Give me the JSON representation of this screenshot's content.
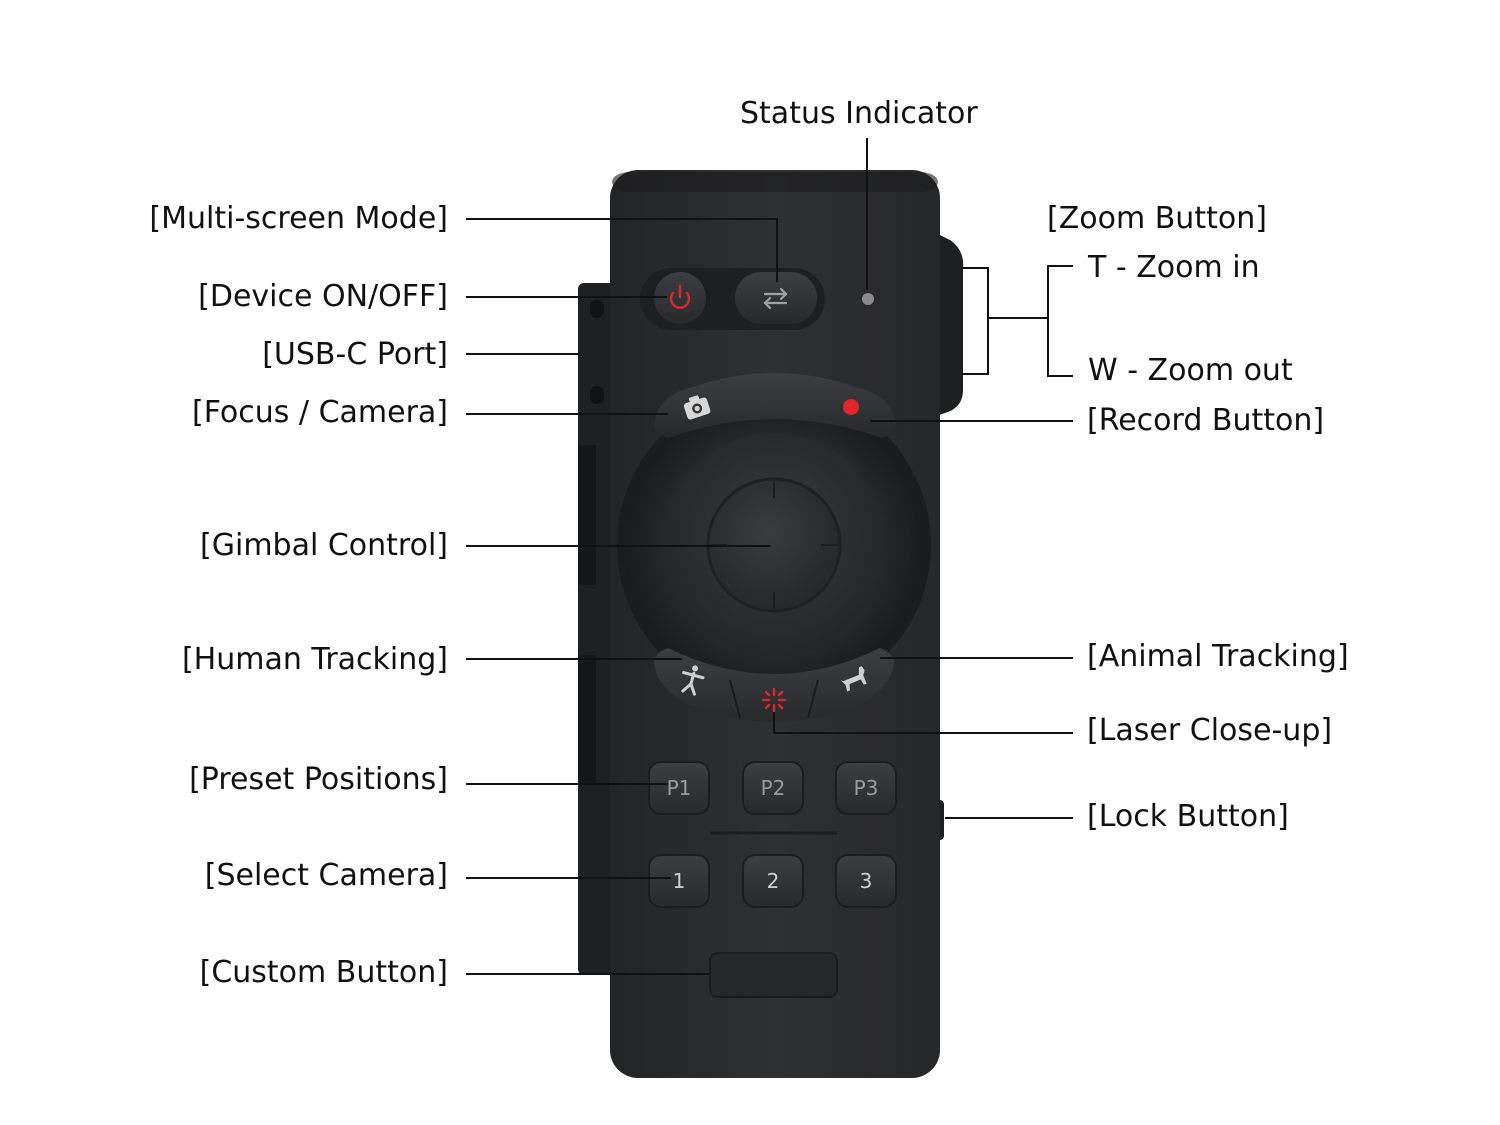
{
  "colors": {
    "body": "#2b2c2e",
    "body_dark": "#1c1d1f",
    "button": "#333436",
    "accent_red": "#e0262a",
    "line": "#111111",
    "label": "#111111"
  },
  "labels": {
    "status_indicator": "Status Indicator",
    "multi_screen_mode": "[Multi-screen Mode]",
    "device_on_off": "[Device ON/OFF]",
    "usb_c_port": "[USB-C Port]",
    "focus_camera": "[Focus / Camera]",
    "gimbal_control": "[Gimbal Control]",
    "human_tracking": "[Human Tracking]",
    "preset_positions": "[Preset Positions]",
    "select_camera": "[Select Camera]",
    "custom_button": "[Custom Button]",
    "zoom_button": "[Zoom Button]",
    "zoom_in": "T - Zoom in",
    "zoom_out": "W - Zoom out",
    "record_button": "[Record Button]",
    "animal_tracking": "[Animal Tracking]",
    "laser_close_up": "[Laser Close-up]",
    "lock_button": "[Lock Button]"
  },
  "buttons": {
    "presets": [
      "P1",
      "P2",
      "P3"
    ],
    "cameras": [
      "1",
      "2",
      "3"
    ]
  },
  "icons": {
    "power": "power-icon",
    "multi_screen": "swap-arrows-icon",
    "camera": "camera-icon",
    "record": "record-dot-icon",
    "human": "human-figure-icon",
    "laser": "laser-target-icon",
    "animal": "animal-icon"
  }
}
